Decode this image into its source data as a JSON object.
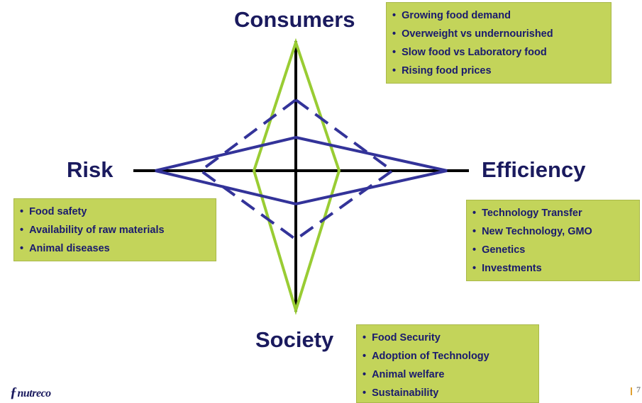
{
  "colors": {
    "green_shape": "#99cc33",
    "blue_shape": "#333399",
    "axis": "#000000",
    "box_fill": "#c3d45a",
    "label_text": "#1a1a5e"
  },
  "axes": {
    "top": "Consumers",
    "left": "Risk",
    "right": "Efficiency",
    "bottom": "Society"
  },
  "boxes": {
    "consumers": [
      "Growing food demand",
      "Overweight vs undernourished",
      "Slow food vs Laboratory food",
      "Rising food prices"
    ],
    "risk": [
      "Food safety",
      "Availability of raw materials",
      "Animal diseases"
    ],
    "efficiency": [
      "Technology Transfer",
      "New Technology, GMO",
      "Genetics",
      "Investments"
    ],
    "society": [
      "Food Security",
      "Adoption of Technology",
      "Animal welfare",
      "Sustainability"
    ]
  },
  "footer": {
    "logo": "nutreco",
    "page_number": "7"
  }
}
